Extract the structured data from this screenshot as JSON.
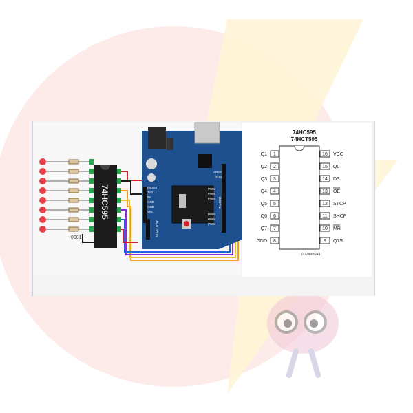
{
  "circuit": {
    "chip_label": "74HC595",
    "resistor_code": "0081",
    "led_count": 8,
    "arduino_left_pins": [
      "RESET",
      "3V3",
      "5V",
      "GND",
      "GND",
      "VIN"
    ],
    "arduino_top_labels": [
      "AREF",
      "GND"
    ],
    "pwm_labels": [
      "PWM",
      "PWM",
      "PWM",
      "PWM",
      "PWM",
      "PWM"
    ],
    "digital_label": "DIGITAL",
    "analog_label": "ANALOG IN",
    "colors": {
      "board": "#1e4f8e",
      "led": "#e8404a",
      "chip": "#1c1c1c",
      "breadboard": "#24a64a",
      "wire_red": "#d81e2a",
      "wire_orange": "#f39a1f",
      "wire_purple": "#8a2be2",
      "wire_blue": "#1e63d8",
      "wire_yellow": "#e9c43a"
    }
  },
  "pinout": {
    "title_line1": "74HC595",
    "title_line2": "74HCT595",
    "left_pins": [
      {
        "name": "Q1",
        "num": "1"
      },
      {
        "name": "Q2",
        "num": "2"
      },
      {
        "name": "Q3",
        "num": "3"
      },
      {
        "name": "Q4",
        "num": "4"
      },
      {
        "name": "Q5",
        "num": "5"
      },
      {
        "name": "Q6",
        "num": "6"
      },
      {
        "name": "Q7",
        "num": "7"
      },
      {
        "name": "GND",
        "num": "8"
      }
    ],
    "right_pins": [
      {
        "num": "16",
        "name": "VCC"
      },
      {
        "num": "15",
        "name": "Q0"
      },
      {
        "num": "14",
        "name": "DS"
      },
      {
        "num": "13",
        "name": "OE"
      },
      {
        "num": "12",
        "name": "STCP"
      },
      {
        "num": "11",
        "name": "SHCP"
      },
      {
        "num": "10",
        "name": "MR"
      },
      {
        "num": "9",
        "name": "Q7S"
      }
    ],
    "footnote": "001aao241"
  },
  "background": {
    "circle_color": "#fbe4e2",
    "bolt_color": "#fff6dc",
    "mascot_color": "#f2c6d8"
  }
}
